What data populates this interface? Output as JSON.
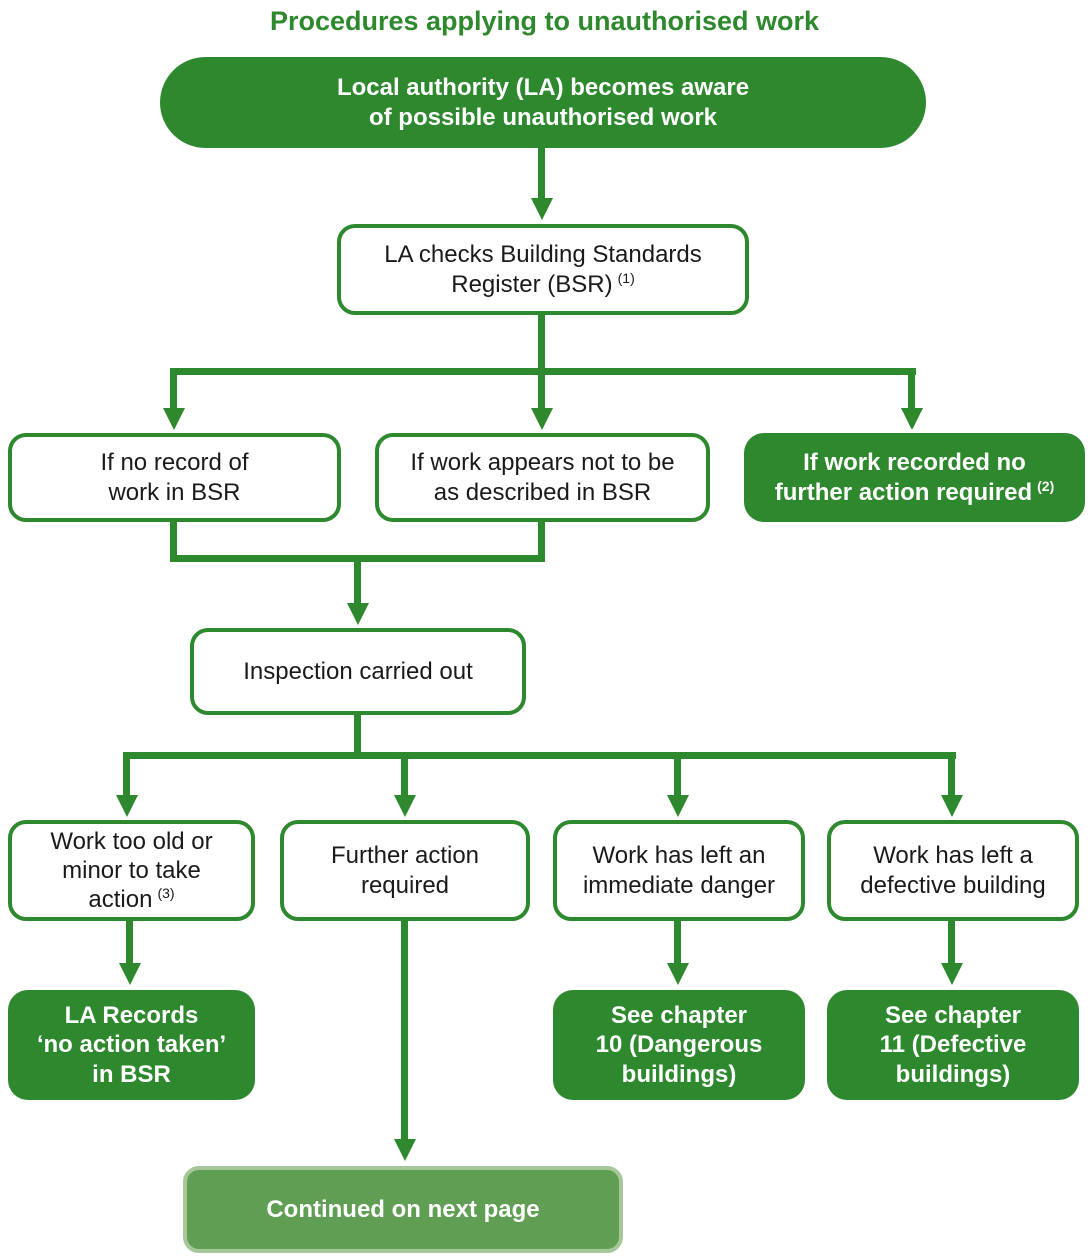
{
  "title": "Procedures applying to unauthorised work",
  "colors": {
    "green": "#2e882e",
    "continued_fill": "#5f9e53",
    "continued_border": "#a6c79a",
    "text_dark": "#1a1a1a",
    "text_light": "#ffffff"
  },
  "nodes": {
    "start": {
      "text": "Local authority (LA) becomes aware\nof possible unauthorised work"
    },
    "la_checks": {
      "text": "LA checks Building Standards\nRegister (BSR)",
      "sup": "(1)"
    },
    "no_record": {
      "text": "If no record of\nwork in BSR"
    },
    "not_described": {
      "text": "If work appears not to be\nas described in BSR"
    },
    "recorded": {
      "text": "If work recorded no\nfurther action required",
      "sup": "(2)"
    },
    "inspection": {
      "text": "Inspection carried out"
    },
    "too_old": {
      "text": "Work too old or\nminor to take\naction",
      "sup": "(3)"
    },
    "further_action": {
      "text": "Further action\nrequired"
    },
    "immediate_danger": {
      "text": "Work has left an\nimmediate danger"
    },
    "defective_building": {
      "text": "Work has left a\ndefective building"
    },
    "la_records": {
      "text": "LA Records\n‘no action taken’\nin BSR"
    },
    "chapter10": {
      "text": "See chapter\n10 (Dangerous\nbuildings)"
    },
    "chapter11": {
      "text": "See chapter\n11 (Defective\nbuildings)"
    },
    "continued": {
      "text": "Continued on next page"
    }
  }
}
